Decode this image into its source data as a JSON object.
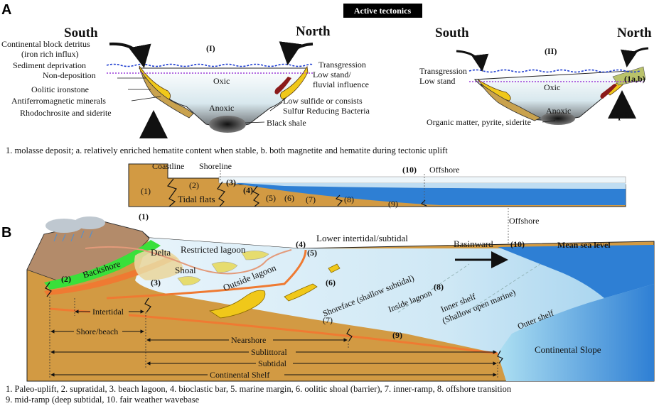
{
  "banner": "Active tectonics",
  "panel_a": {
    "letter": "A",
    "left": {
      "south": "South",
      "north": "North",
      "stage": "(I)",
      "labels_left": [
        "Continental block detritus",
        "(iron rich influx)",
        "Sediment deprivation",
        "Non-deposition",
        "Oolitic ironstone",
        "Antiferromagnetic minerals",
        "Rhodochrosite and siderite"
      ],
      "labels_right": [
        "Transgression",
        "Low stand/",
        "fluvial influence",
        "Low sulfide or consists",
        "Sulfur Reducing Bacteria",
        "Black shale"
      ],
      "oxic": "Oxic",
      "anoxic": "Anoxic"
    },
    "right": {
      "south": "South",
      "north": "North",
      "stage": "(II)",
      "transgression": "Transgression",
      "low_stand": "Low stand",
      "oxic": "Oxic",
      "anoxic": "Anoxic",
      "tag": "(1a,b)",
      "uplift": "Uplift",
      "bottom_note": "Organic matter, pyrite, siderite"
    },
    "footnote": "1. molasse deposit; a. relatively enriched hematite content when stable, b. both magnetite and hematite during tectonic uplift"
  },
  "cross_section": {
    "coastline": "Coastline",
    "shoreline": "Shoreline",
    "offshore": "Offshore",
    "tidal_flats": "Tidal flats",
    "nums": [
      "(1)",
      "(2)",
      "(3)",
      "(4)",
      "(5)",
      "(6)",
      "(7)",
      "(8)",
      "(9)",
      "(10)"
    ]
  },
  "panel_b": {
    "letter": "B",
    "num_1": "(1)",
    "num_2": "(2)",
    "num_3": "(3)",
    "num_4": "(4)",
    "num_5": "(5)",
    "num_6": "(6)",
    "num_7": "(7)",
    "num_8": "(8)",
    "num_9": "(9)",
    "num_10": "(10)",
    "offshore": "Offshore",
    "lower_intertidal": "Lower intertidal/subtidal",
    "basinward": "Basinward",
    "mean_sea_level": "Mean sea level",
    "restricted_lagoon": "Restricted lagoon",
    "delta": "Delta",
    "backshore": "Backshore",
    "shoal": "Shoal",
    "outside_lagoon": "Outside lagoon",
    "shoreface": "Shoreface (shallow subtidal)",
    "inside_lagoon": "Inside lagoon",
    "inner_shelf": "Inner shelf",
    "inner_shelf_sub": "(Shallow open marine)",
    "outer_shelf": "Outer shelf",
    "continental_slope": "Continental Slope",
    "zones": {
      "intertidal": "Intertidal",
      "shore_beach": "Shore/beach",
      "nearshore": "Nearshore",
      "sublittoral": "Sublittoral",
      "subtidal": "Subtidal",
      "continental_shelf": "Continental Shelf"
    }
  },
  "caption": {
    "line1": "1. Paleo-uplift, 2. supratidal, 3. beach lagoon, 4. bioclastic bar, 5. marine margin, 6. oolitic shoal (barrier), 7. inner-ramp, 8. offshore transition",
    "line2": "9. mid-ramp (deep subtidal, 10. fair weather wavebase"
  },
  "colors": {
    "sediment": "#d29a43",
    "sea_deep": "#2e7fd4",
    "sea_light": "#cfe8f5",
    "ironstone": "#f0c81a",
    "red_layer": "#8b1a1a",
    "green": "#39e03a"
  }
}
